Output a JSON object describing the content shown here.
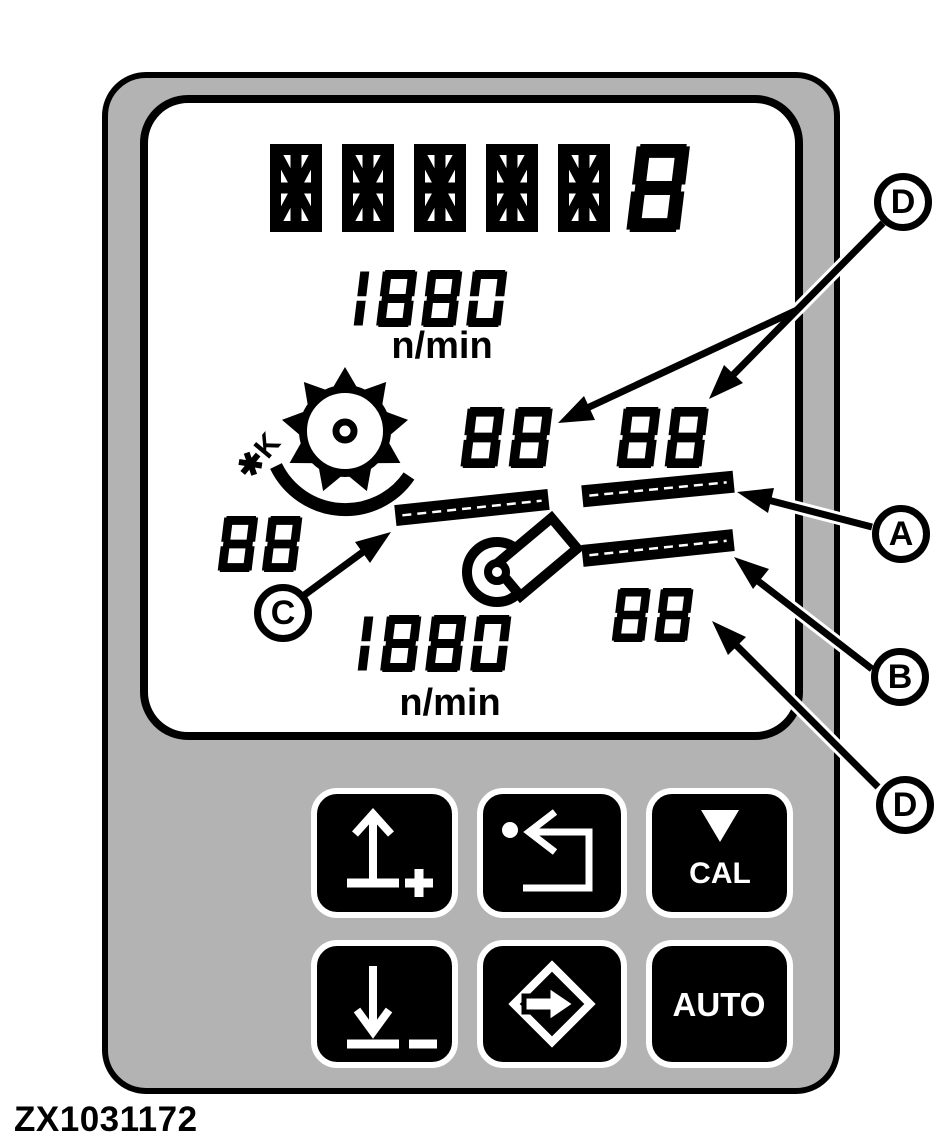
{
  "figure_code": "ZX1031172",
  "colors": {
    "panel": "#b3b3b3",
    "display_bg": "#ffffff",
    "ink": "#000000",
    "button_bg": "#000000",
    "button_fg": "#ffffff"
  },
  "display": {
    "alphanumeric": {
      "chars": [
        "all",
        "all",
        "all",
        "all",
        "all",
        "8"
      ],
      "style": "14-segment test pattern, all segments lit"
    },
    "top_gauge": {
      "value": "1880",
      "unit": "n/min"
    },
    "bottom_gauge": {
      "value": "1880",
      "unit": "n/min"
    },
    "counters": {
      "top_left": "88",
      "top_right": "88",
      "mid_left": "88",
      "bottom_right": "88"
    },
    "icons": [
      "chopper-drum-gear-icon",
      "knife-symbol-icon",
      "blower-fan-icon"
    ],
    "bar_gauges": [
      {
        "callout": "A",
        "style": "filled segmented bar"
      },
      {
        "callout": "B",
        "style": "filled segmented bar"
      },
      {
        "callout": "C",
        "style": "filled segmented bar"
      }
    ]
  },
  "callouts": [
    {
      "label": "D"
    },
    {
      "label": "A"
    },
    {
      "label": "B"
    },
    {
      "label": "C"
    },
    {
      "label": "D"
    }
  ],
  "buttons": [
    {
      "id": "raise-plus",
      "label": "",
      "icon": "up-arrow-plus-icon"
    },
    {
      "id": "return",
      "label": "",
      "icon": "return-arrow-icon"
    },
    {
      "id": "cal",
      "label": "CAL",
      "icon": "down-triangle-icon"
    },
    {
      "id": "lower-minus",
      "label": "",
      "icon": "down-arrow-minus-icon"
    },
    {
      "id": "enter",
      "label": "",
      "icon": "enter-arrow-diamond-icon"
    },
    {
      "id": "auto",
      "label": "AUTO",
      "icon": ""
    }
  ]
}
